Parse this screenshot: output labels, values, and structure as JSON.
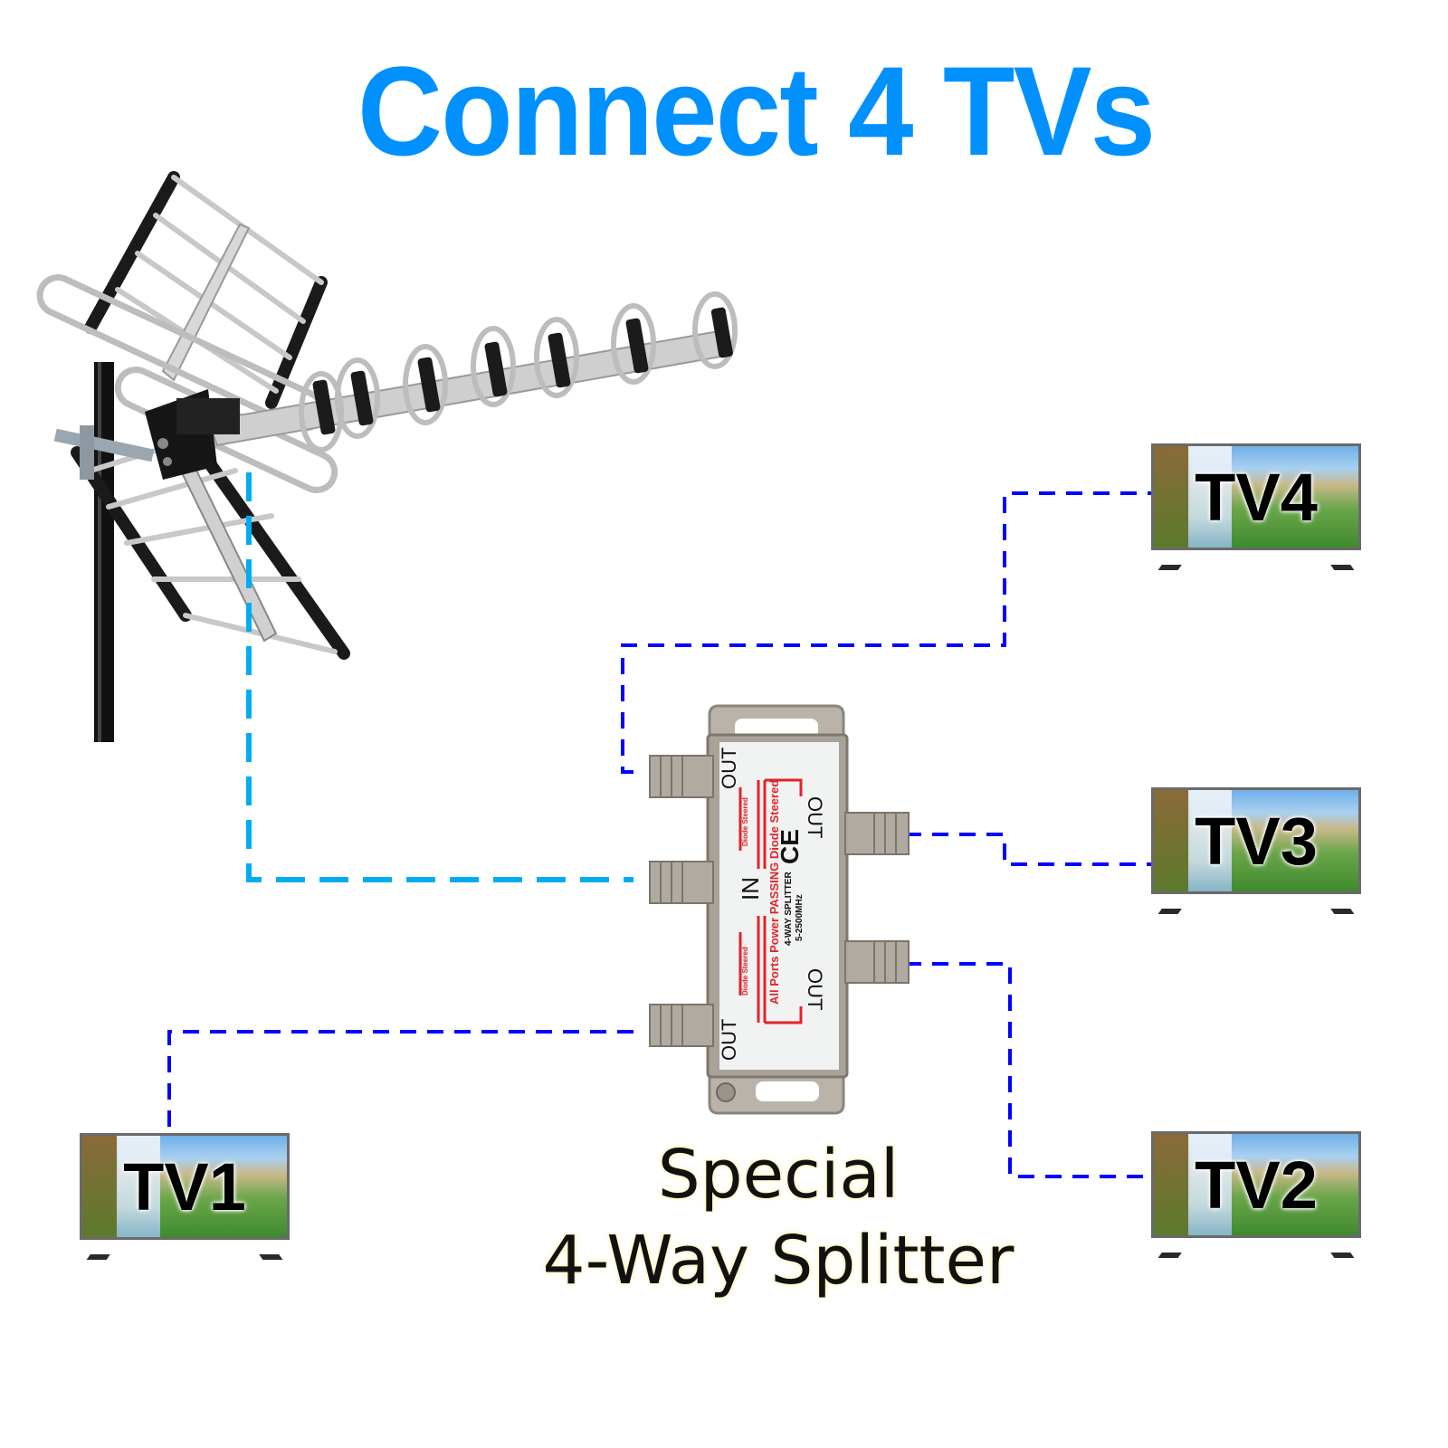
{
  "title": "Connect 4 TVs",
  "caption": {
    "line1": "Special",
    "line2": "4-Way Splitter"
  },
  "splitter": {
    "model": "4-WAY SPLITTER",
    "frequency": "5-2500MHz",
    "note": "All Ports Power PASSING Diode Steered",
    "diode_label": "Diode Steered",
    "ce_mark": "CE",
    "port_in": "IN",
    "port_out": "OUT"
  },
  "tvs": [
    {
      "label": "TV1"
    },
    {
      "label": "TV2"
    },
    {
      "label": "TV3"
    },
    {
      "label": "TV4"
    }
  ],
  "colors": {
    "title": "#0091ff",
    "antenna_cable": "#00aeef",
    "tv_cable": "#0000ff",
    "splitter_print": "#e0242b"
  },
  "icons": {
    "antenna": "yagi-antenna-icon",
    "splitter": "coax-splitter-icon",
    "tv": "flat-tv-icon"
  }
}
